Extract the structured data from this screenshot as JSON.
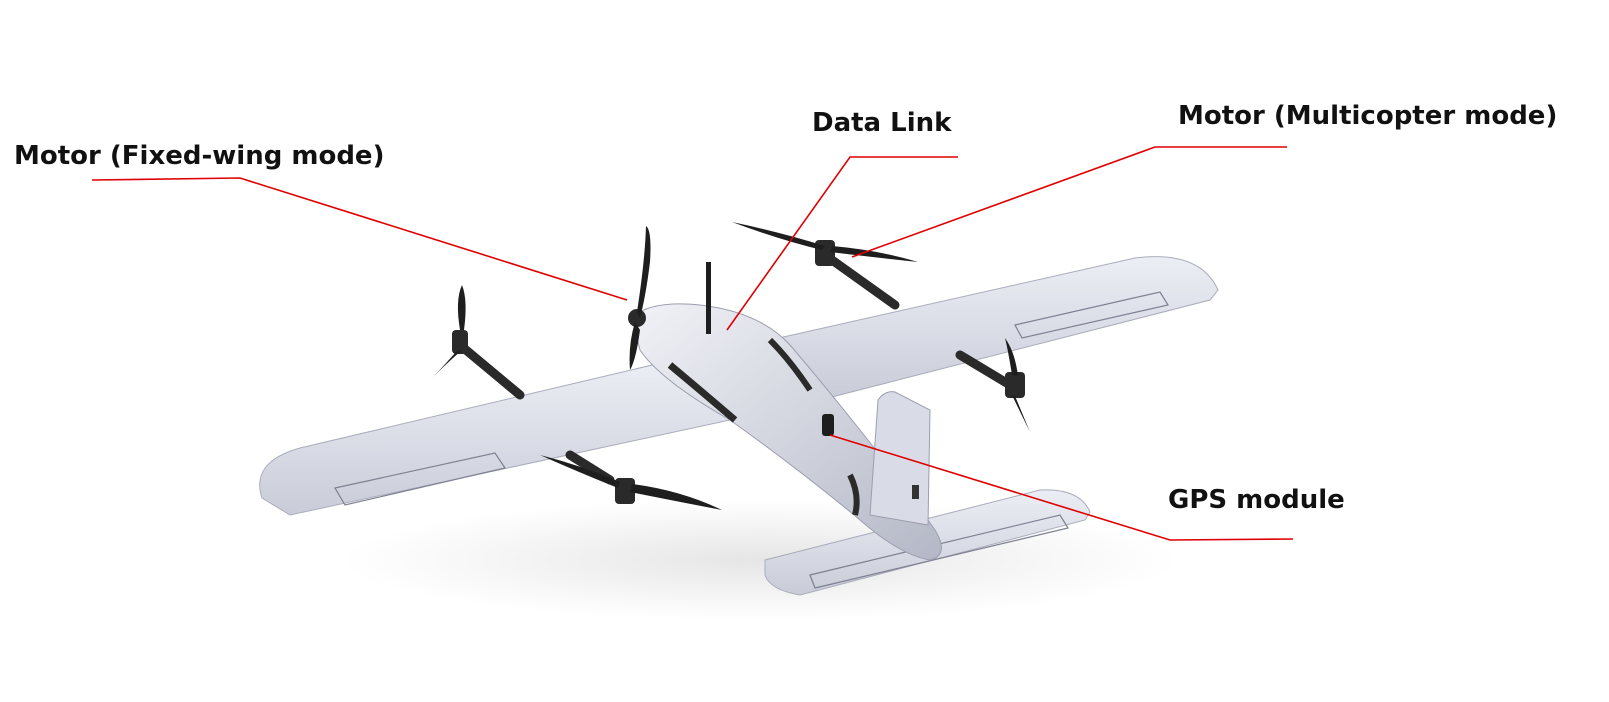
{
  "callouts": {
    "motor_fixed_wing": "Motor (Fixed-wing mode)",
    "data_link": "Data Link",
    "motor_multicopter": "Motor (Multicopter mode)",
    "gps_module": "GPS module"
  },
  "colors": {
    "leader_line": "#e00000",
    "airframe": "#dde0ea",
    "airframe_shade": "#b9bdca",
    "propeller": "#1e1e1e"
  }
}
